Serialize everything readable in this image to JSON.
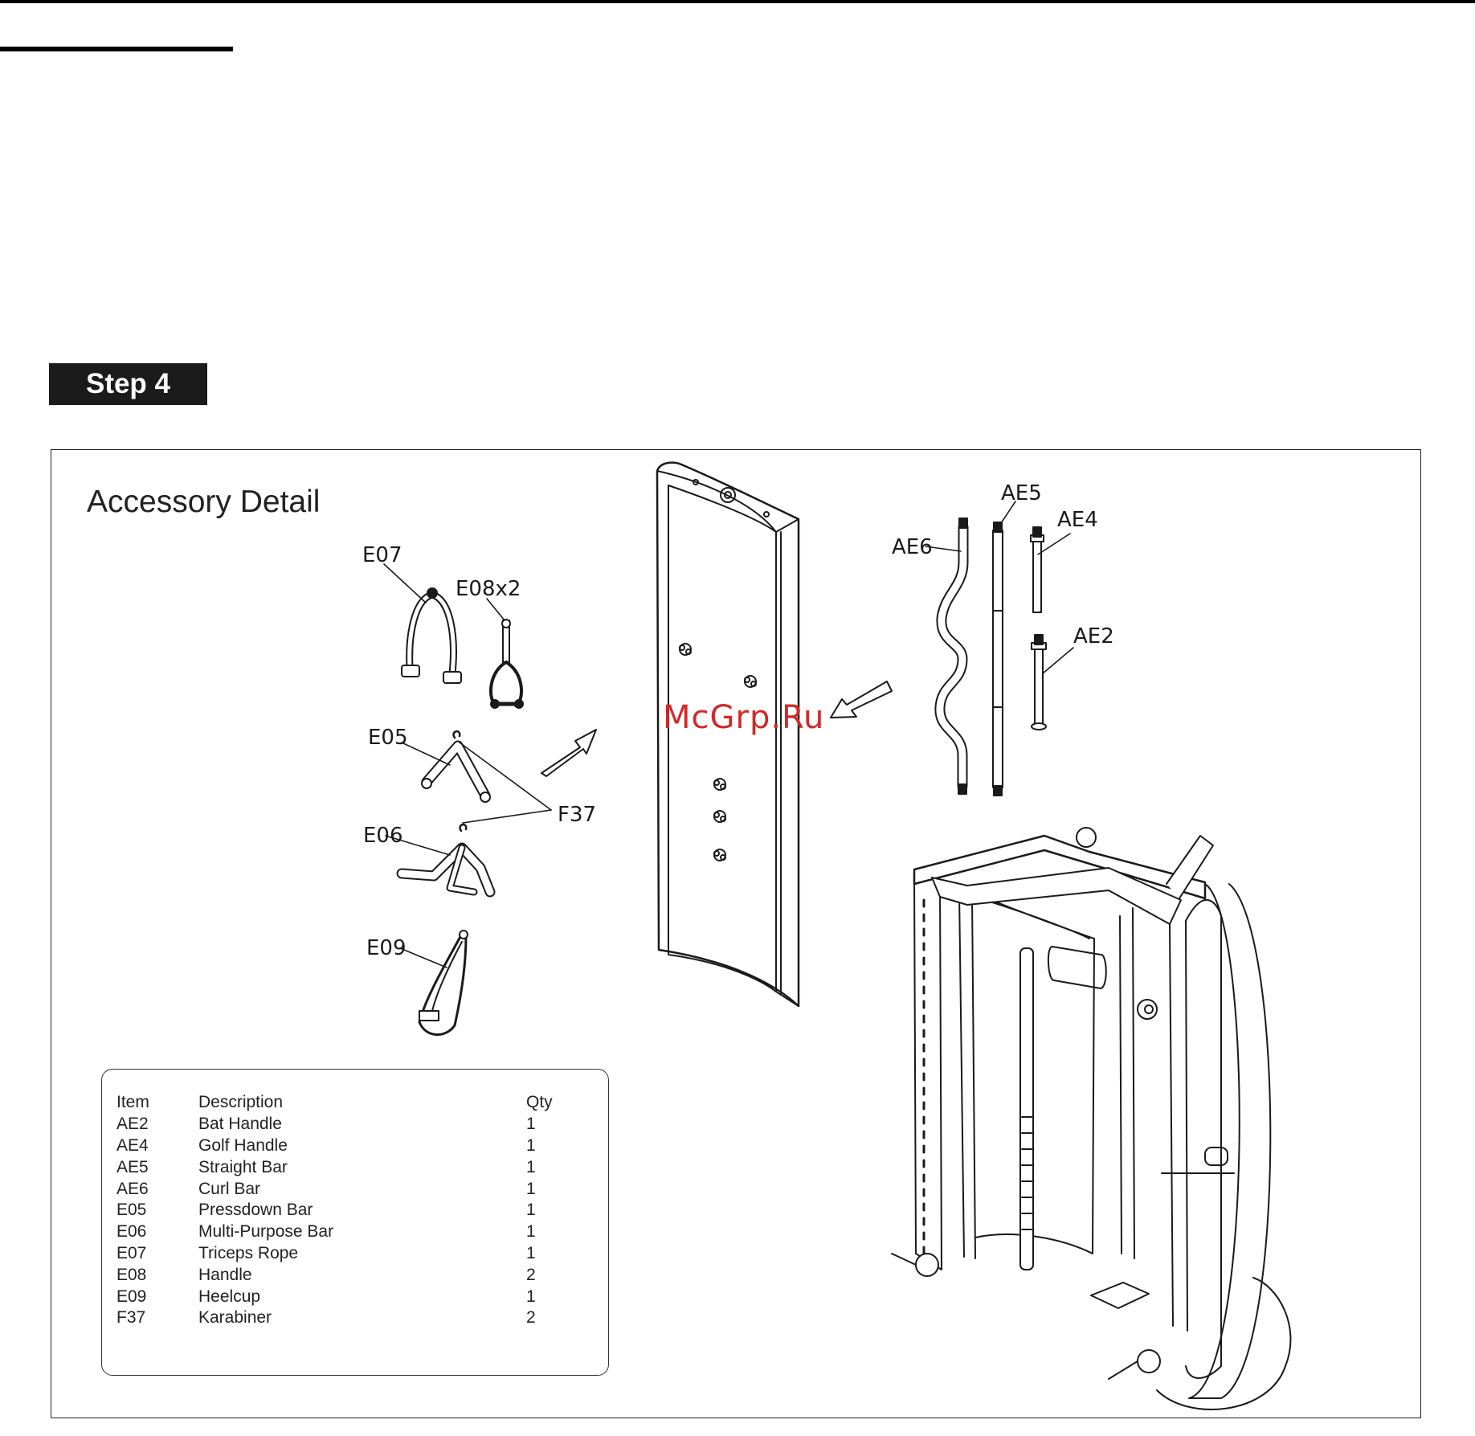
{
  "page": {
    "step_label": "Step 4"
  },
  "accessory": {
    "title": "Accessory Detail",
    "callouts": {
      "e07": "E07",
      "e08": "E08x2",
      "e05": "E05",
      "f37": "F37",
      "e06": "E06",
      "e09": "E09",
      "ae6": "AE6",
      "ae5": "AE5",
      "ae4": "AE4",
      "ae2": "AE2"
    }
  },
  "parts_table": {
    "headers": {
      "item": "Item",
      "description": "Description",
      "qty": "Qty"
    },
    "rows": [
      {
        "item": "AE2",
        "description": "Bat Handle",
        "qty": "1"
      },
      {
        "item": "AE4",
        "description": "Golf Handle",
        "qty": "1"
      },
      {
        "item": "AE5",
        "description": "Straight Bar",
        "qty": "1"
      },
      {
        "item": "AE6",
        "description": "Curl Bar",
        "qty": "1"
      },
      {
        "item": "E05",
        "description": "Pressdown Bar",
        "qty": "1"
      },
      {
        "item": "E06",
        "description": "Multi-Purpose Bar",
        "qty": "1"
      },
      {
        "item": "E07",
        "description": "Triceps Rope",
        "qty": "1"
      },
      {
        "item": "E08",
        "description": "Handle",
        "qty": "2"
      },
      {
        "item": "E09",
        "description": "Heelcup",
        "qty": "1"
      },
      {
        "item": "F37",
        "description": "Karabiner",
        "qty": "2"
      }
    ]
  },
  "watermark": {
    "text": "McGrp.Ru",
    "color": "#d02a2a"
  }
}
